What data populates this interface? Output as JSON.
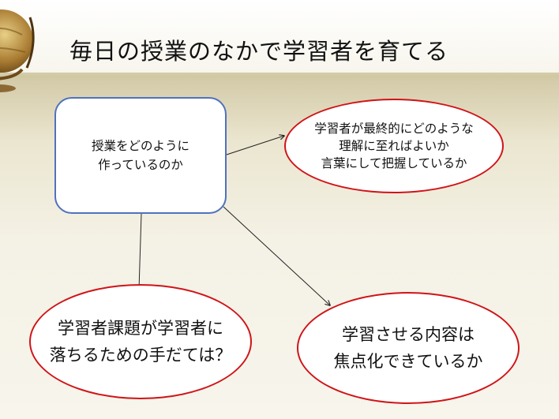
{
  "slide": {
    "title": "毎日の授業のなかで学習者を育てる"
  },
  "nodes": {
    "center": "授業をどのように\n作っているのか",
    "goal": "学習者が最終的にどのような\n理解に至ればよいか\n言葉にして把握しているか",
    "task": "学習者課題が学習者に\n落ちるための手だては？",
    "content": "学習させる内容は\n焦点化できているか"
  },
  "colors": {
    "rect_border": "#4f72be",
    "ellipse_border": "#d01418",
    "connector": "#222222"
  }
}
